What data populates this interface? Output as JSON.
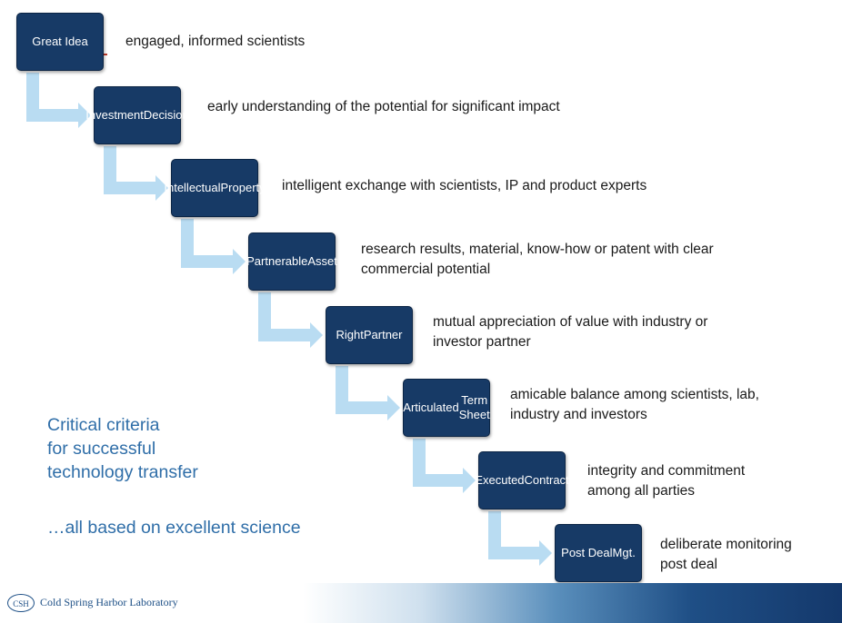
{
  "steps": [
    {
      "box": [
        "Great Idea"
      ],
      "desc": [
        "engaged, informed scientists"
      ]
    },
    {
      "box": [
        "Investment",
        "Decision"
      ],
      "desc": [
        "early understanding of the potential for significant impact"
      ]
    },
    {
      "box": [
        "Intellectual",
        "Property"
      ],
      "desc": [
        "intelligent exchange with scientists, IP and product experts"
      ]
    },
    {
      "box": [
        "Partnerable",
        "Asset"
      ],
      "desc": [
        "research results, material, know-how or patent with clear",
        "commercial potential"
      ]
    },
    {
      "box": [
        "Right",
        "Partner"
      ],
      "desc": [
        "mutual appreciation of value with industry or",
        "investor partner"
      ]
    },
    {
      "box": [
        "Articulated",
        "Term Sheet"
      ],
      "desc": [
        "amicable balance among scientists, lab,",
        "industry and investors"
      ]
    },
    {
      "box": [
        "Executed",
        "Contract"
      ],
      "desc": [
        "integrity and commitment",
        "among all parties"
      ]
    },
    {
      "box": [
        "Post Deal",
        "Mgt."
      ],
      "desc": [
        "deliberate monitoring",
        "post deal"
      ]
    }
  ],
  "tagline": [
    "Critical criteria",
    "for successful",
    "technology transfer"
  ],
  "subtagline": "…all based on excellent science",
  "footer": {
    "logo_mark": "CSH",
    "logo_text": "Cold Spring Harbor Laboratory"
  },
  "colors": {
    "box": "#173a66",
    "arrow": "#b9dcf2",
    "tagline": "#2f6ea8",
    "footer_dark": "#14386b"
  }
}
